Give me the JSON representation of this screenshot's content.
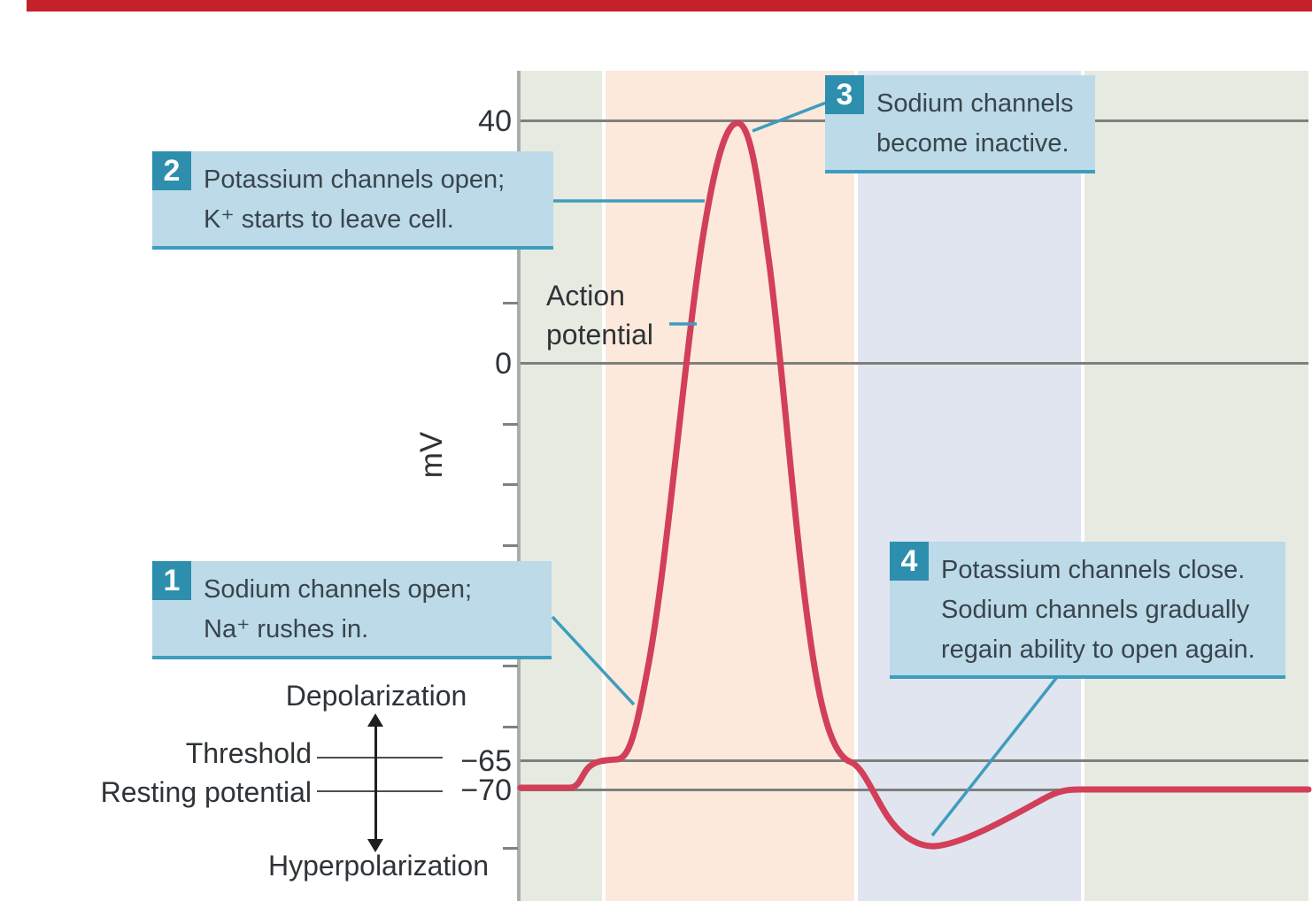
{
  "figure_title": "Action potential",
  "colors": {
    "top_bar": "#c5202b",
    "curve": "#d23f58",
    "leader": "#3e9dbd",
    "callout_fill": "#bcdae8",
    "callout_border": "#3e9dbd",
    "badge": "#2d8fad",
    "band_resting": "#e7eae1",
    "band_depolarization": "#fce9dc",
    "band_repolarization": "#e0e5f0",
    "gridline": "#7d7f7c"
  },
  "axis": {
    "unit_label": "mV",
    "tick_labels": [
      "40",
      "0",
      "−65",
      "−70"
    ]
  },
  "side_labels": {
    "depolarization": "Depolarization",
    "threshold": "Threshold",
    "resting": "Resting potential",
    "hyperpolarization": "Hyperpolarization"
  },
  "curve_label": {
    "line1": "Action",
    "line2": "potential"
  },
  "callouts": [
    {
      "number": "1",
      "lines": [
        "Sodium channels open;",
        "Na⁺ rushes in."
      ]
    },
    {
      "number": "2",
      "lines": [
        "Potassium channels open;",
        "K⁺ starts to leave cell."
      ]
    },
    {
      "number": "3",
      "lines": [
        "Sodium channels",
        "become inactive."
      ]
    },
    {
      "number": "4",
      "lines": [
        "Potassium channels close.",
        "Sodium channels gradually",
        "regain ability to open again."
      ]
    }
  ],
  "chart_data": {
    "type": "line",
    "title": "Action potential",
    "xlabel": "",
    "ylabel": "mV",
    "ylim": [
      -90,
      50
    ],
    "y_gridlines": [
      40,
      0,
      -65,
      -70
    ],
    "y_minor_tick_step": 10,
    "reference_lines": {
      "threshold": -65,
      "resting_potential": -70,
      "peak": 40
    },
    "legend_position": "none",
    "grid": "horizontal reference lines only",
    "background_phases": [
      {
        "name": "resting",
        "color": "#e7eae1"
      },
      {
        "name": "depolarization (sodium influx)",
        "color": "#fce9dc"
      },
      {
        "name": "repolarization / hyperpolarization",
        "color": "#e0e5f0"
      },
      {
        "name": "return to resting",
        "color": "#e7eae1"
      }
    ],
    "series": [
      {
        "name": "Membrane potential (mV)",
        "x_normalized": [
          0,
          0.07,
          0.09,
          0.13,
          0.17,
          0.23,
          0.275,
          0.32,
          0.37,
          0.42,
          0.47,
          0.525,
          0.6,
          0.66,
          0.71,
          1.0
        ],
        "values": [
          -70,
          -70,
          -65,
          -65,
          -30,
          30,
          40,
          10,
          -40,
          -65,
          -76,
          -80,
          -77,
          -73,
          -70,
          -70
        ]
      }
    ],
    "annotations": [
      "1 Sodium channels open; Na⁺ rushes in.",
      "2 Potassium channels open; K⁺ starts to leave cell.",
      "3 Sodium channels become inactive.",
      "4 Potassium channels close. Sodium channels gradually regain ability to open again.",
      "Action potential",
      "Depolarization",
      "Threshold (−65 mV)",
      "Resting potential (−70 mV)",
      "Hyperpolarization"
    ]
  }
}
